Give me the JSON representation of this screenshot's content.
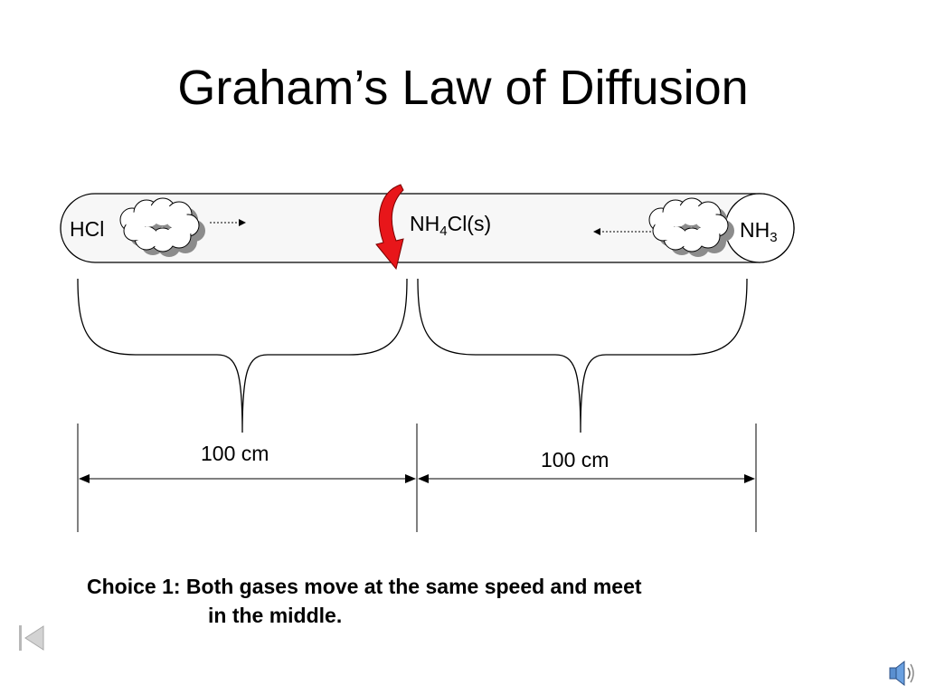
{
  "slide": {
    "title": "Graham’s Law of Diffusion"
  },
  "tube": {
    "left_gas": "HCl",
    "right_gas_base": "NH",
    "right_gas_sub": "3",
    "product_base": "NH",
    "product_sub": "4",
    "product_rest": "Cl(s)"
  },
  "measurements": {
    "left": "100 cm",
    "right": "100 cm"
  },
  "choice": {
    "line1": "Choice 1:  Both gases move at the same speed and meet",
    "line2": "in the middle."
  },
  "colors": {
    "tube_fill": "#f7f7f7",
    "arrow_red": "#e8161a",
    "cloud_shadow": "#8c8c8c"
  },
  "icons": {
    "nav_first": "first-slide-icon",
    "sound": "speaker-icon"
  }
}
